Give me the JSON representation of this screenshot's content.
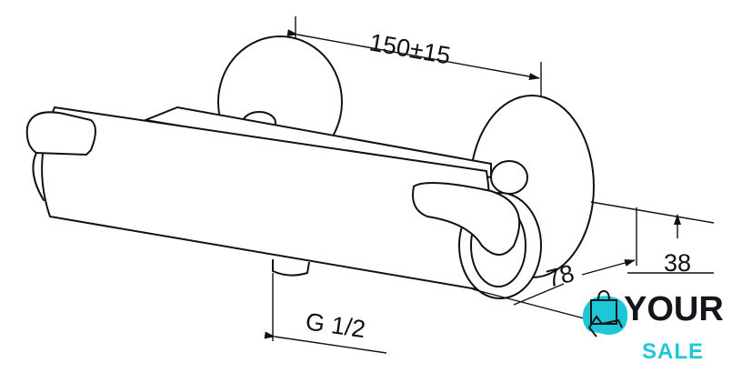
{
  "dimensions": {
    "width_label": "150±15",
    "height_label": "38",
    "depth_label": "78",
    "thread_label": "G 1/2"
  },
  "logo": {
    "line1": "YOUR",
    "line2": "SALE",
    "accent_color": "#1fc6d6"
  }
}
